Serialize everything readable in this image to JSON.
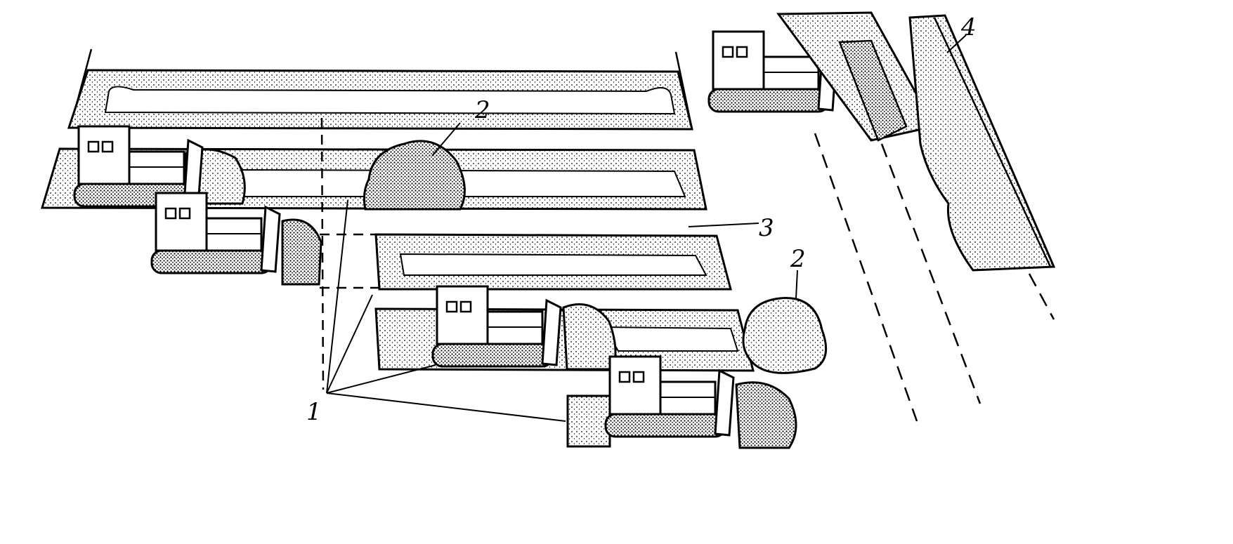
{
  "labels": {
    "bulldozer": "1",
    "soil_pile": "2",
    "trench_area": "3",
    "road_edge": "4"
  },
  "colors": {
    "ink": "#000000",
    "paper": "#ffffff"
  }
}
